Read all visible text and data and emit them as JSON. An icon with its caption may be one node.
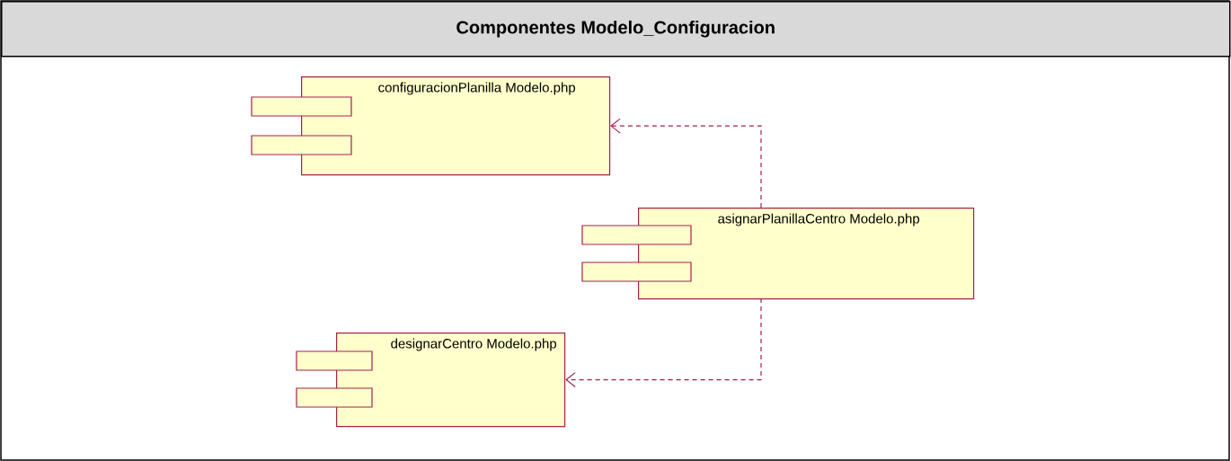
{
  "diagram": {
    "title": "Componentes Modelo_Configuracion",
    "nodes": [
      {
        "text": [
          "configuracionPlanilla Modelo.php"
        ]
      },
      {
        "text": [
          "asignarPlanillaCentro Modelo.php"
        ]
      },
      {
        "text": [
          "designarCentro Modelo.php"
        ]
      }
    ],
    "edges": [
      {
        "from": 1,
        "to": 0,
        "arrow": "to",
        "style": "dashed"
      },
      {
        "from": 1,
        "to": 2,
        "arrow": "to",
        "style": "dashed"
      }
    ]
  }
}
